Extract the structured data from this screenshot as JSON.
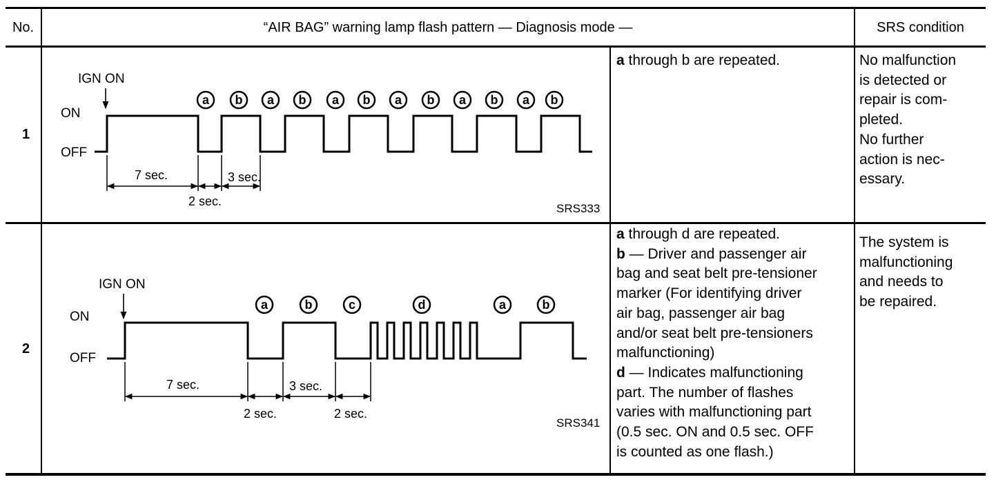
{
  "table": {
    "headers": {
      "no": "No.",
      "pattern": "“AIR BAG” warning lamp flash pattern — Diagnosis mode —",
      "srs": "SRS condition"
    },
    "rows": [
      {
        "no": "1",
        "diagram": {
          "ign_label": "IGN ON",
          "on_label": "ON",
          "off_label": "OFF",
          "markers": [
            "a",
            "b",
            "a",
            "b",
            "a",
            "b",
            "a",
            "b",
            "a",
            "b",
            "a",
            "b"
          ],
          "dim_labels": [
            "7 sec.",
            "2 sec.",
            "3 sec."
          ],
          "code": "SRS333"
        },
        "desc_lines": [
          "a through b are repeated."
        ],
        "condition_lines": [
          "No malfunction",
          "is detected or",
          "repair is com-",
          "pleted.",
          "No further",
          "action is nec-",
          "essary."
        ]
      },
      {
        "no": "2",
        "diagram": {
          "ign_label": "IGN ON",
          "on_label": "ON",
          "off_label": "OFF",
          "markers": [
            "a",
            "b",
            "c",
            "d",
            "a",
            "b"
          ],
          "dim_labels": [
            "7 sec.",
            "2 sec.",
            "3 sec.",
            "2 sec."
          ],
          "code": "SRS341"
        },
        "desc_lines": [
          "a through d are repeated.",
          "b  — Driver and passenger air",
          "bag and seat belt pre-tensioner",
          "marker (For identifying driver",
          "air bag, passenger air bag",
          "and/or seat belt pre-tensioners",
          "malfunctioning)",
          "d  — Indicates malfunctioning",
          "part. The number of flashes",
          "varies with malfunctioning part",
          "(0.5 sec. ON and 0.5 sec. OFF",
          "is counted as one flash.)"
        ],
        "condition_lines": [
          "The system is",
          "malfunctioning",
          "and needs to",
          "be repaired."
        ]
      }
    ]
  }
}
